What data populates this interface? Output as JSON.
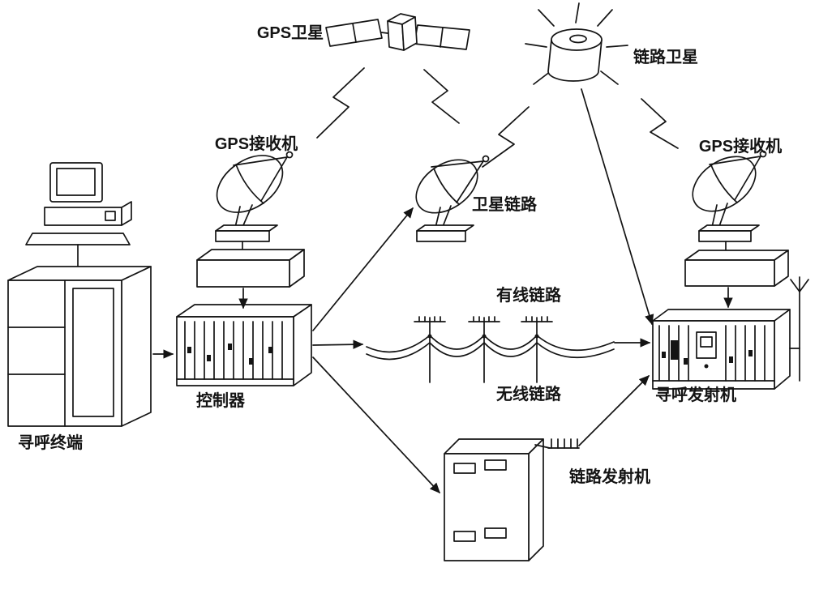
{
  "nodes": {
    "gps_satellite": {
      "label": "GPS卫星"
    },
    "link_satellite": {
      "label": "链路卫星"
    },
    "gps_receiver_left": {
      "label": "GPS接收机"
    },
    "gps_receiver_right": {
      "label": "GPS接收机"
    },
    "satellite_link": {
      "label": "卫星链路"
    },
    "wired_link": {
      "label": "有线链路"
    },
    "wireless_link": {
      "label": "无线链路"
    },
    "controller": {
      "label": "控制器"
    },
    "paging_terminal": {
      "label": "寻呼终端"
    },
    "paging_transmitter": {
      "label": "寻呼发射机"
    },
    "link_transmitter": {
      "label": "链路发射机"
    }
  },
  "connections": [
    {
      "from": "paging_terminal",
      "to": "controller",
      "type": "arrow"
    },
    {
      "from": "gps_receiver_left",
      "to": "controller",
      "type": "arrow"
    },
    {
      "from": "controller",
      "to": "satellite_link",
      "type": "arrow"
    },
    {
      "from": "controller",
      "to": "wired_link",
      "type": "arrow"
    },
    {
      "from": "controller",
      "to": "link_transmitter",
      "type": "arrow"
    },
    {
      "from": "wired_link",
      "to": "paging_transmitter",
      "type": "arrow"
    },
    {
      "from": "link_transmitter",
      "to": "paging_transmitter",
      "type": "arrow"
    },
    {
      "from": "link_satellite",
      "to": "paging_transmitter",
      "type": "arrow"
    },
    {
      "from": "gps_receiver_right",
      "to": "paging_transmitter",
      "type": "arrow"
    },
    {
      "from": "gps_satellite",
      "to": "gps_receiver_left",
      "type": "radio-wave"
    },
    {
      "from": "gps_satellite",
      "to": "satellite_link",
      "type": "radio-wave"
    },
    {
      "from": "link_satellite",
      "to": "satellite_link",
      "type": "radio-wave"
    },
    {
      "from": "link_satellite",
      "to": "gps_receiver_right",
      "type": "radio-wave"
    }
  ],
  "colors": {
    "ink": "#141414",
    "paper": "#ffffff"
  }
}
